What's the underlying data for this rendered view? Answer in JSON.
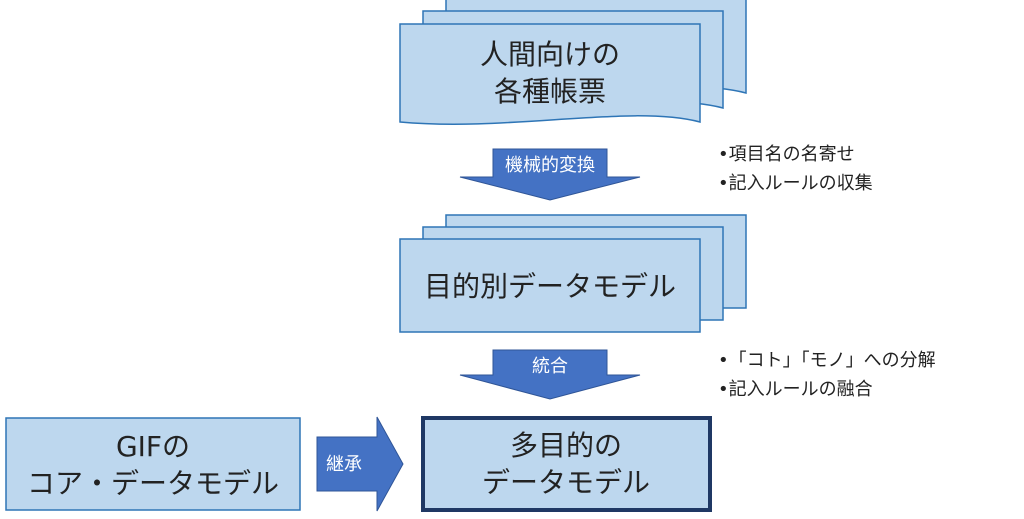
{
  "colors": {
    "box_fill": "#bdd7ee",
    "box_stroke": "#2e75b6",
    "arrow_fill": "#4472c4",
    "arrow_stroke": "#2f5597",
    "final_box_stroke": "#1f3864",
    "text": "#222222",
    "arrow_text": "#ffffff"
  },
  "documents": {
    "human_forms": {
      "line1": "人間向けの",
      "line2": "各種帳票"
    }
  },
  "arrows": {
    "mechanical_conversion": "機械的変換",
    "integration": "統合",
    "inheritance": "継承"
  },
  "notes": {
    "conversion": [
      "•項目名の名寄せ",
      "•記入ルールの収集"
    ],
    "integration": [
      "•「コト」「モノ」への分解",
      "•記入ルールの融合"
    ]
  },
  "boxes": {
    "purpose_models": "目的別データモデル",
    "gif_core": {
      "line1": "GIFの",
      "line2": "コア・データモデル"
    },
    "multi_purpose": {
      "line1": "多目的の",
      "line2": "データモデル"
    }
  }
}
